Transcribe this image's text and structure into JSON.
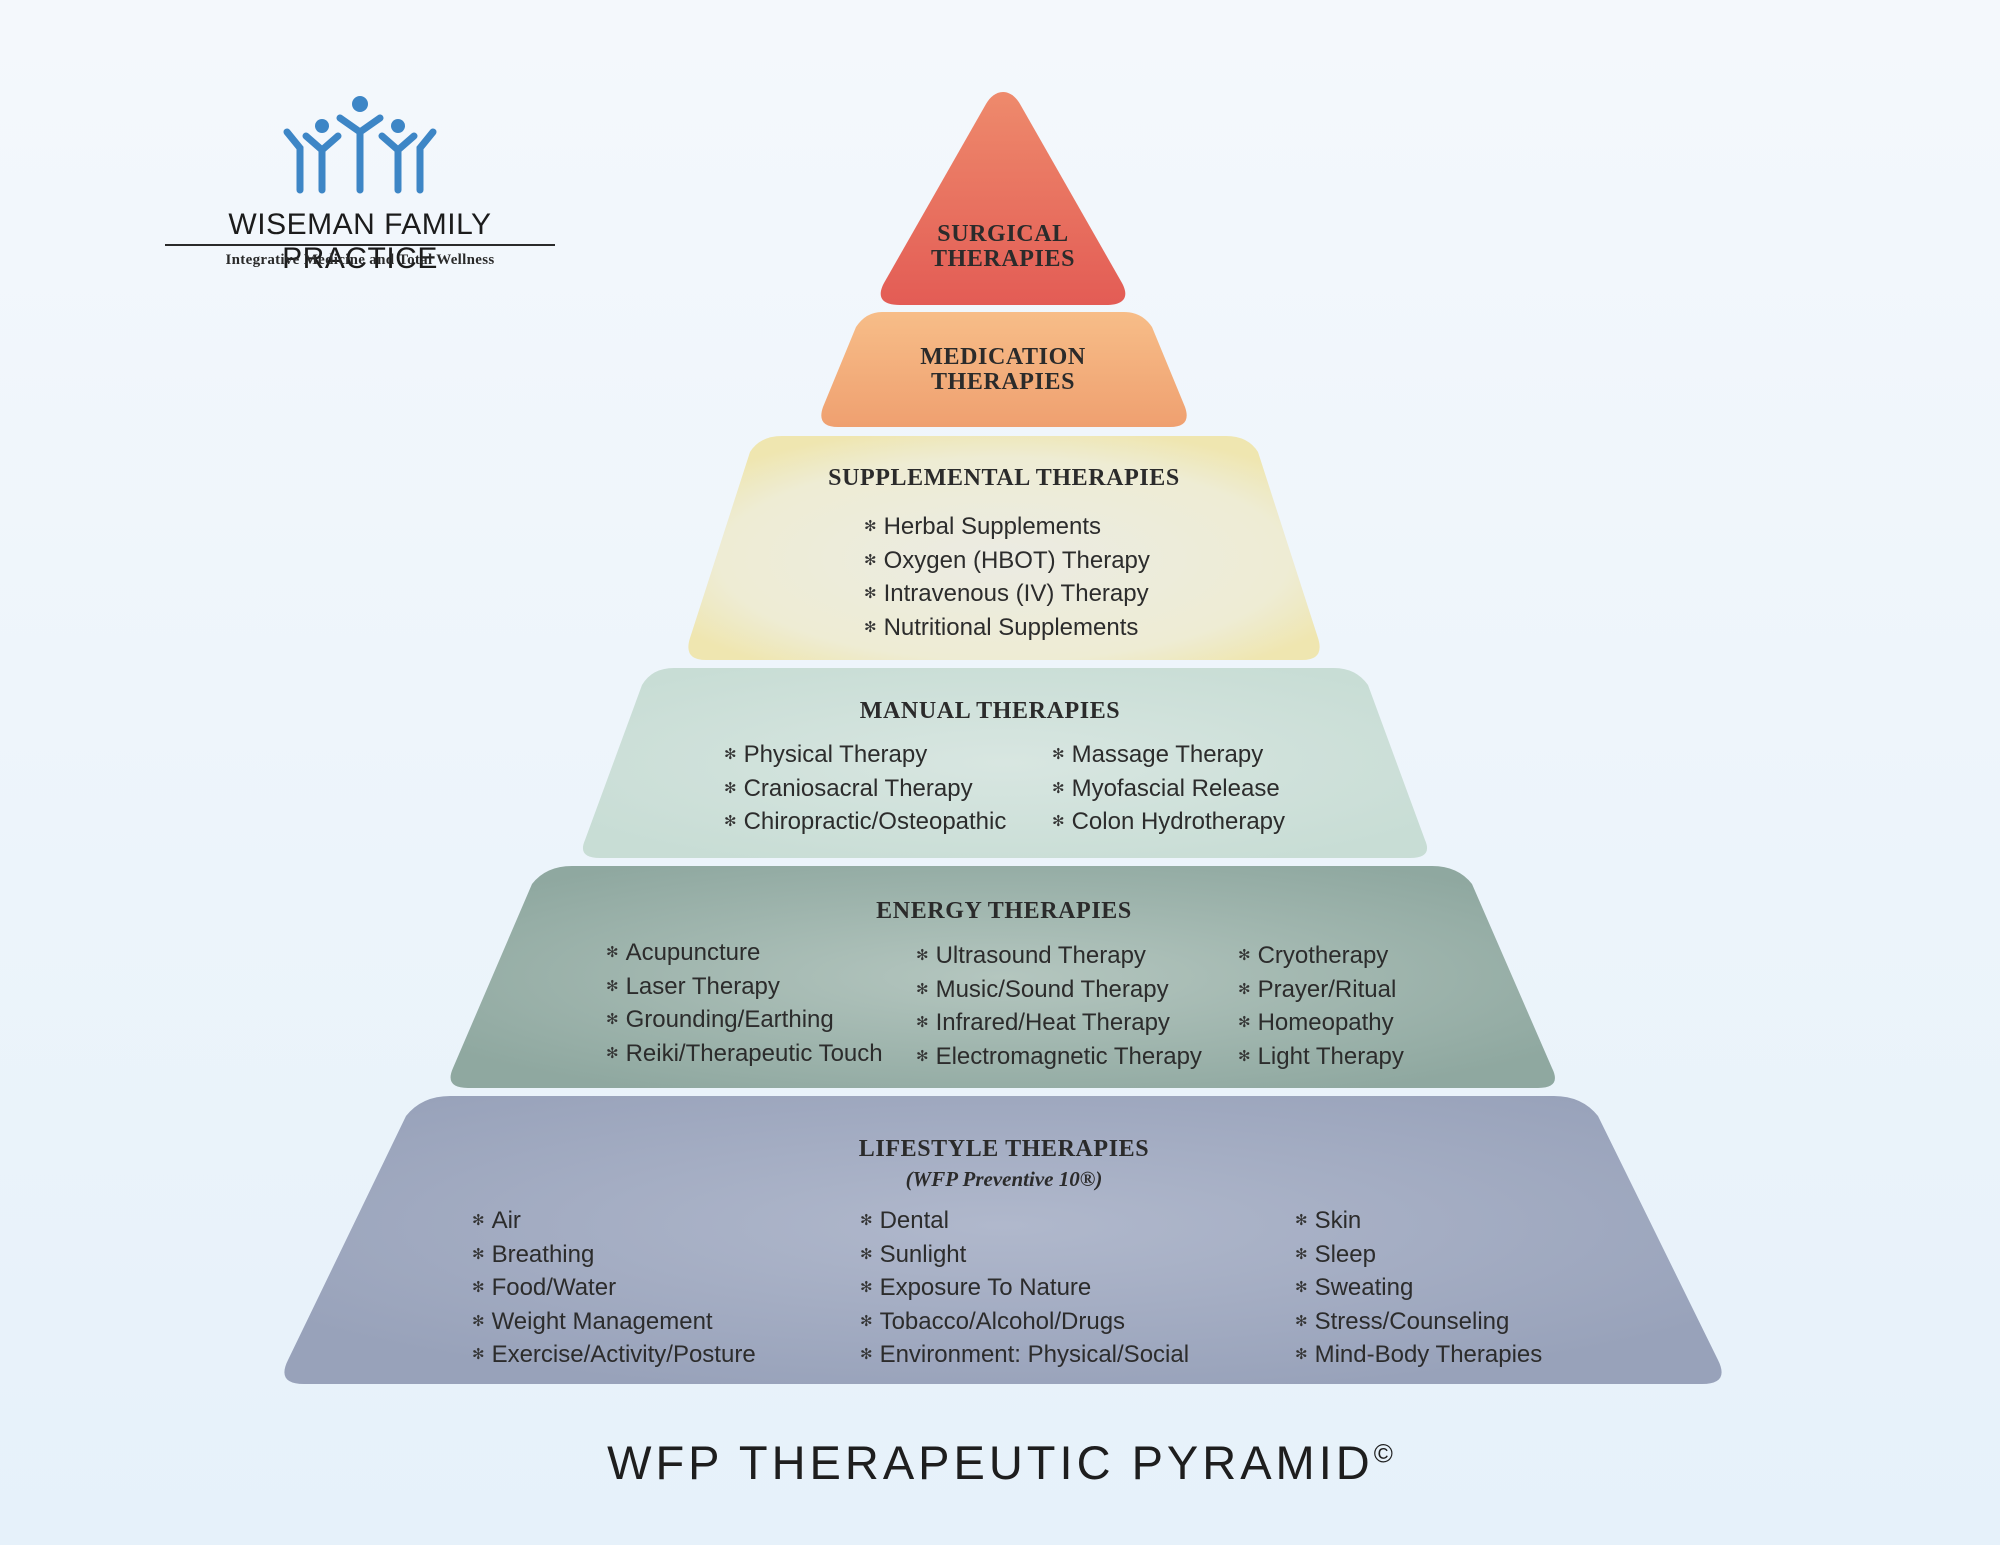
{
  "logo": {
    "name": "WISEMAN FAMILY PRACTICE",
    "tagline": "Integrative Medicine and Total Wellness",
    "icon": "family-figures-icon",
    "icon_color": "#3d86c6"
  },
  "tiers": {
    "surgical": {
      "title_line1": "SURGICAL",
      "title_line2": "THERAPIES",
      "color": "#e9685a"
    },
    "medication": {
      "title_line1": "MEDICATION",
      "title_line2": "THERAPIES",
      "color": "#f3a877"
    },
    "supplemental": {
      "title": "SUPPLEMENTAL THERAPIES",
      "color": "#eeecd6",
      "items": [
        "Herbal Supplements",
        "Oxygen (HBOT) Therapy",
        "Intravenous (IV) Therapy",
        "Nutritional Supplements"
      ]
    },
    "manual": {
      "title": "MANUAL THERAPIES",
      "color": "#d3e4dd",
      "col1": [
        "Physical Therapy",
        "Craniosacral Therapy",
        "Chiropractic/Osteopathic"
      ],
      "col2": [
        "Massage Therapy",
        "Myofascial Release",
        "Colon Hydrotherapy"
      ]
    },
    "energy": {
      "title": "ENERGY THERAPIES",
      "color": "#a8bdb5",
      "col1": [
        "Acupuncture",
        "Laser Therapy",
        "Grounding/Earthing",
        "Reiki/Therapeutic Touch"
      ],
      "col2": [
        "Ultrasound Therapy",
        "Music/Sound Therapy",
        "Infrared/Heat Therapy",
        "Electromagnetic Therapy"
      ],
      "col3": [
        "Cryotherapy",
        "Prayer/Ritual",
        "Homeopathy",
        "Light Therapy"
      ]
    },
    "lifestyle": {
      "title": "LIFESTYLE THERAPIES",
      "subtitle": "(WFP Preventive 10®)",
      "color": "#a9b1c6",
      "col1": [
        "Air",
        "Breathing",
        "Food/Water",
        "Weight Management",
        "Exercise/Activity/Posture"
      ],
      "col2": [
        "Dental",
        "Sunlight",
        "Exposure To Nature",
        "Tobacco/Alcohol/Drugs",
        "Environment: Physical/Social"
      ],
      "col3": [
        "Skin",
        "Sleep",
        "Sweating",
        "Stress/Counseling",
        "Mind-Body Therapies"
      ]
    }
  },
  "footer": {
    "title": "WFP THERAPEUTIC PYRAMID",
    "mark": "©"
  }
}
